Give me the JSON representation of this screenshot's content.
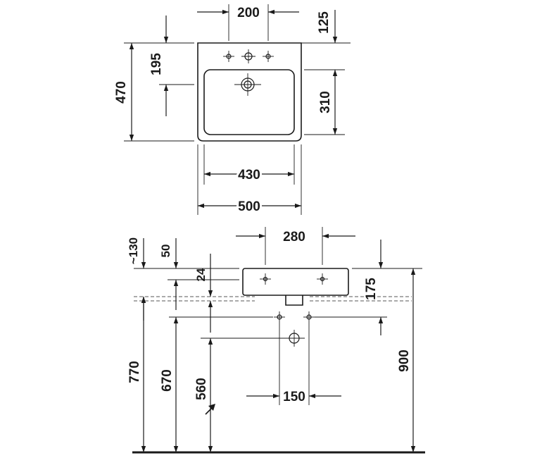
{
  "top_view": {
    "dims": {
      "tap_spacing": "200",
      "back_offset": "125",
      "tap_to_drain": "195",
      "depth_total": "470",
      "bowl_depth": "310",
      "bowl_width": "430",
      "width_total": "500"
    }
  },
  "front_view": {
    "dims": {
      "tap_spacing": "280",
      "approx_130": "~130",
      "d50": "50",
      "d24": "24",
      "d175": "175",
      "d900": "900",
      "d770": "770",
      "d670": "670",
      "d560": "560",
      "d150": "150"
    }
  }
}
